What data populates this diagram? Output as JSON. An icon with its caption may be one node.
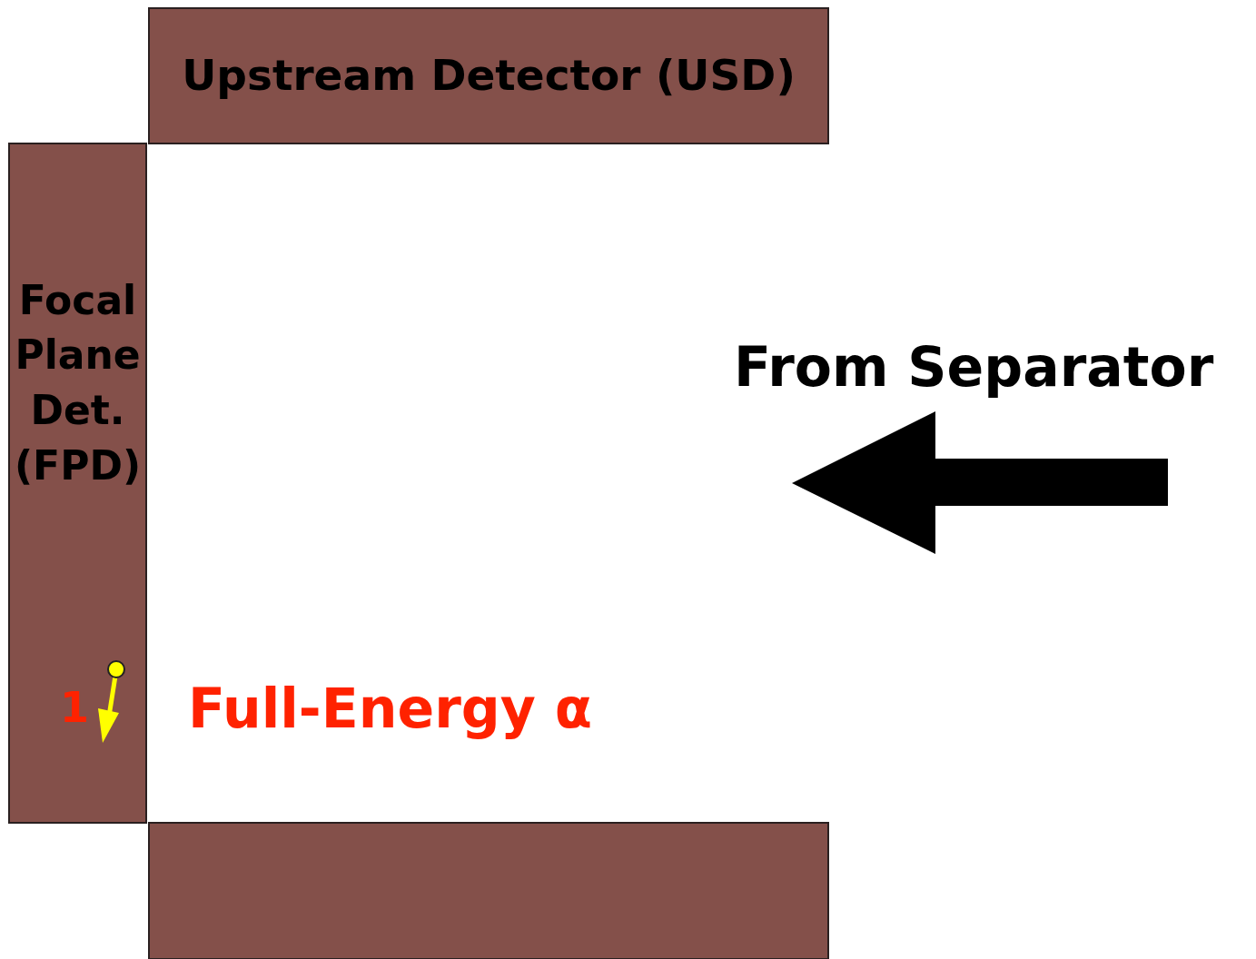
{
  "diagram": {
    "nodes": [
      {
        "text": [
          "Upstream Detector (USD)"
        ]
      },
      {
        "text": [
          "Focal Plane Det. (FPD)"
        ]
      },
      {
        "text": [],
        "shape": "box"
      }
    ],
    "labels": [
      "From Separator",
      "1",
      "Full-Energy α"
    ]
  }
}
